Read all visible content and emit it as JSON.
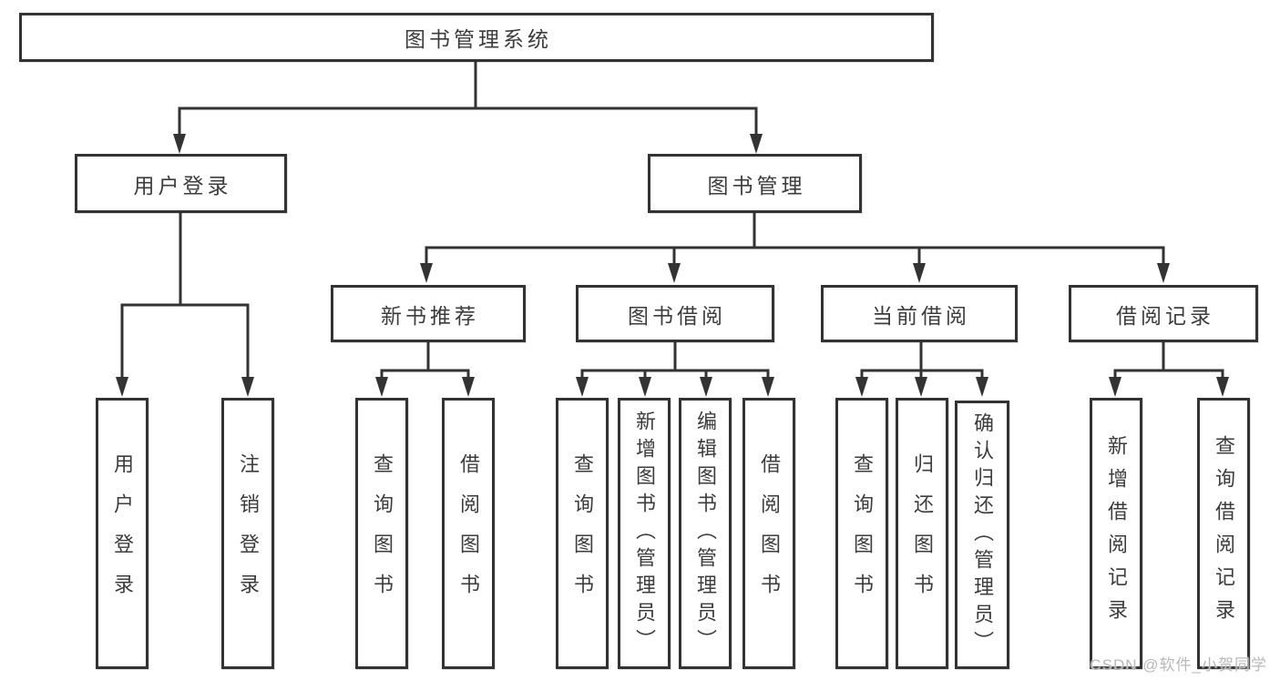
{
  "diagram": {
    "title": "图书管理系统",
    "nodes": {
      "root": {
        "label": "图书管理系统"
      },
      "login": {
        "label": "用户登录",
        "children": {
          "user_login": "用户登录",
          "logout": "注销登录"
        }
      },
      "book_mgmt": {
        "label": "图书管理",
        "children": {
          "new_book": {
            "label": "新书推荐",
            "children": {
              "query_book": "查询图书",
              "borrow_book": "借阅图书"
            }
          },
          "book_borrow": {
            "label": "图书借阅",
            "children": {
              "query_book": "查询图书",
              "add_book": "新增图书（管理员）",
              "edit_book": "编辑图书（管理员）",
              "borrow_book": "借阅图书"
            }
          },
          "current_borrow": {
            "label": "当前借阅",
            "children": {
              "query_book": "查询图书",
              "return_book": "归还图书",
              "confirm_return": "确认归还（管理员）"
            }
          },
          "borrow_record": {
            "label": "借阅记录",
            "children": {
              "add_record": "新增借阅记录",
              "query_record": "查询借阅记录"
            }
          }
        }
      }
    }
  },
  "watermark": "CSDN @软件_小贺同学",
  "colors": {
    "line": "#333333",
    "text": "#3c3c3c",
    "watermark": "#b9b9b9",
    "background": "#ffffff"
  }
}
